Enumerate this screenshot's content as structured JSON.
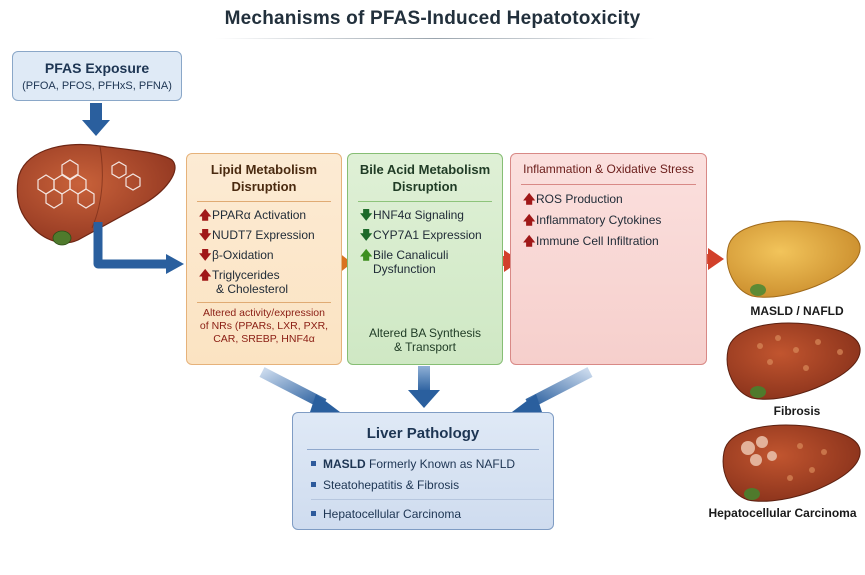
{
  "title": "Mechanisms of PFAS-Induced Hepatotoxicity",
  "exposure": {
    "heading": "PFAS Exposure",
    "compounds": "(PFOA, PFOS, PFHxS, PFNA)"
  },
  "lipid": {
    "heading_1": "Lipid Metabolism",
    "heading_2": "Disruption",
    "items": [
      {
        "dir": "up",
        "text": "PPARα Activation"
      },
      {
        "dir": "down",
        "text": "NUDT7 Expression"
      },
      {
        "dir": "down",
        "text": "β-Oxidation"
      },
      {
        "dir": "up",
        "text": "Triglycerides"
      }
    ],
    "item4_line2": "& Cholesterol",
    "note_1": "Altered activity/expression",
    "note_2": "of NRs (PPARs, LXR, PXR,",
    "note_3": "CAR, SREBP, HNF4α"
  },
  "bile": {
    "heading_1": "Bile Acid Metabolism",
    "heading_2": "Disruption",
    "items": [
      {
        "dir": "down",
        "text": "HNF4α Signaling"
      },
      {
        "dir": "down",
        "text": "CYP7A1 Expression"
      },
      {
        "dir": "up",
        "text": "Bile Canaliculi"
      }
    ],
    "item3_line2": "Dysfunction",
    "bottom_1": "Altered BA Synthesis",
    "bottom_2": "& Transport"
  },
  "inflammation": {
    "heading": "Inflammation & Oxidative Stress",
    "items": [
      {
        "dir": "up",
        "text": "ROS Production"
      },
      {
        "dir": "up",
        "text": "Inflammatory Cytokines"
      },
      {
        "dir": "up",
        "text": "Immune Cell Infiltration"
      }
    ]
  },
  "pathology": {
    "heading": "Liver Pathology",
    "item1_strong": "MASLD",
    "item1_rest": " Formerly Known as NAFLD",
    "item2": "Steatohepatitis & Fibrosis",
    "item3": "Hepatocellular Carcinoma"
  },
  "outcomes": {
    "masld": "MASLD / NAFLD",
    "fibrosis": "Fibrosis",
    "hcc": "Hepatocellular Carcinoma"
  },
  "colors": {
    "flow_arrow": "#2a5f9e",
    "lipid_panel": "#fbe3c2",
    "bile_panel": "#cfe8c4",
    "inflammation_panel": "#f6cfcc",
    "pathology_panel": "#cfdcef"
  }
}
